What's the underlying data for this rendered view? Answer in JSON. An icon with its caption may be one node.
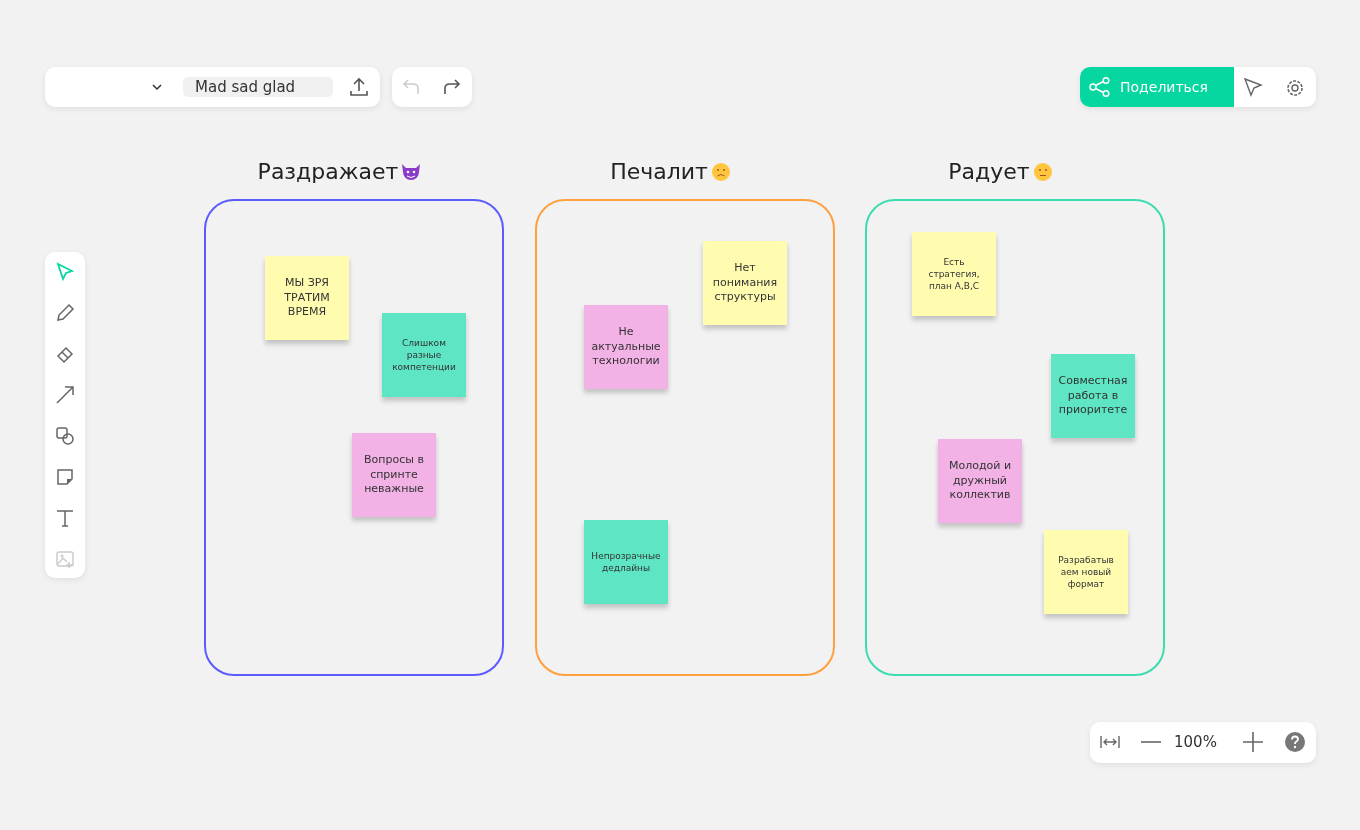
{
  "diagram": {
    "nodes": [
      {
        "text": [
          "Раздражает"
        ]
      },
      {
        "text": [
          "МЫ ЗРЯ ТРАТИМ ВРЕМЯ"
        ],
        "in": 0
      },
      {
        "text": [
          "Слишком разные компетенции"
        ],
        "in": 0
      },
      {
        "text": [
          "Вопросы в спринте неважные"
        ],
        "in": 0
      },
      {
        "text": [
          "Печалит"
        ]
      },
      {
        "text": [
          "Нет понимания структуры"
        ],
        "in": 4
      },
      {
        "text": [
          "Не актуальные технологии"
        ],
        "in": 4
      },
      {
        "text": [
          "Непрозрачные дедлайны"
        ],
        "in": 4
      },
      {
        "text": [
          "Радует"
        ]
      },
      {
        "text": [
          "Есть стратегия, план А,В,С"
        ],
        "in": 8
      },
      {
        "text": [
          "Совместная работа в приоритете"
        ],
        "in": 8
      },
      {
        "text": [
          "Молодой и дружный коллектив"
        ],
        "in": 8
      },
      {
        "text": [
          "Разрабатыв аем новый формат"
        ],
        "in": 8
      }
    ],
    "labels": [
      "Mad sad glad",
      "Поделиться",
      "100%"
    ]
  }
}
